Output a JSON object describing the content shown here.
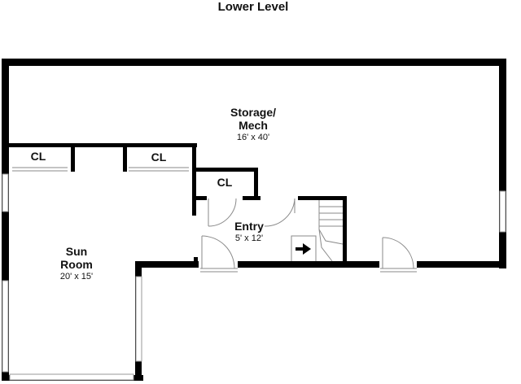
{
  "plan": {
    "title": "Lower Level",
    "rooms": {
      "storage": {
        "name_line1": "Storage/",
        "name_line2": "Mech",
        "dims": "16' x 40'"
      },
      "closet_left": {
        "name": "CL"
      },
      "closet_middle": {
        "name": "CL"
      },
      "closet_right": {
        "name": "CL"
      },
      "entry": {
        "name": "Entry",
        "dims": "5' x 12'"
      },
      "sun_room": {
        "name_line1": "Sun",
        "name_line2": "Room",
        "dims": "20' x 15'"
      }
    }
  }
}
